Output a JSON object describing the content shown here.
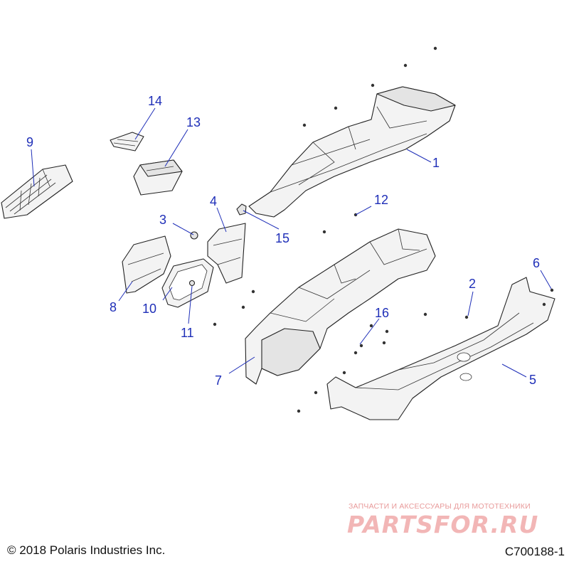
{
  "callouts": [
    {
      "id": "1",
      "label": "1"
    },
    {
      "id": "2",
      "label": "2"
    },
    {
      "id": "3",
      "label": "3"
    },
    {
      "id": "4",
      "label": "4"
    },
    {
      "id": "5",
      "label": "5"
    },
    {
      "id": "6",
      "label": "6"
    },
    {
      "id": "7",
      "label": "7"
    },
    {
      "id": "8",
      "label": "8"
    },
    {
      "id": "9",
      "label": "9"
    },
    {
      "id": "10",
      "label": "10"
    },
    {
      "id": "11",
      "label": "11"
    },
    {
      "id": "12",
      "label": "12"
    },
    {
      "id": "13",
      "label": "13"
    },
    {
      "id": "14",
      "label": "14"
    },
    {
      "id": "15",
      "label": "15"
    },
    {
      "id": "16",
      "label": "16"
    }
  ],
  "footer": {
    "copyright": "© 2018 Polaris Industries Inc.",
    "diagram_id": "C700188-1"
  },
  "watermark": {
    "tagline": "ЗАПЧАСТИ И АКСЕССУАРЫ ДЛЯ МОТОТЕХНИКИ",
    "logo_text": "PARTSFOR.RU"
  },
  "colors": {
    "callout": "#1f2fb8",
    "watermark": "#f2b6b6",
    "line_art": "#222222"
  }
}
